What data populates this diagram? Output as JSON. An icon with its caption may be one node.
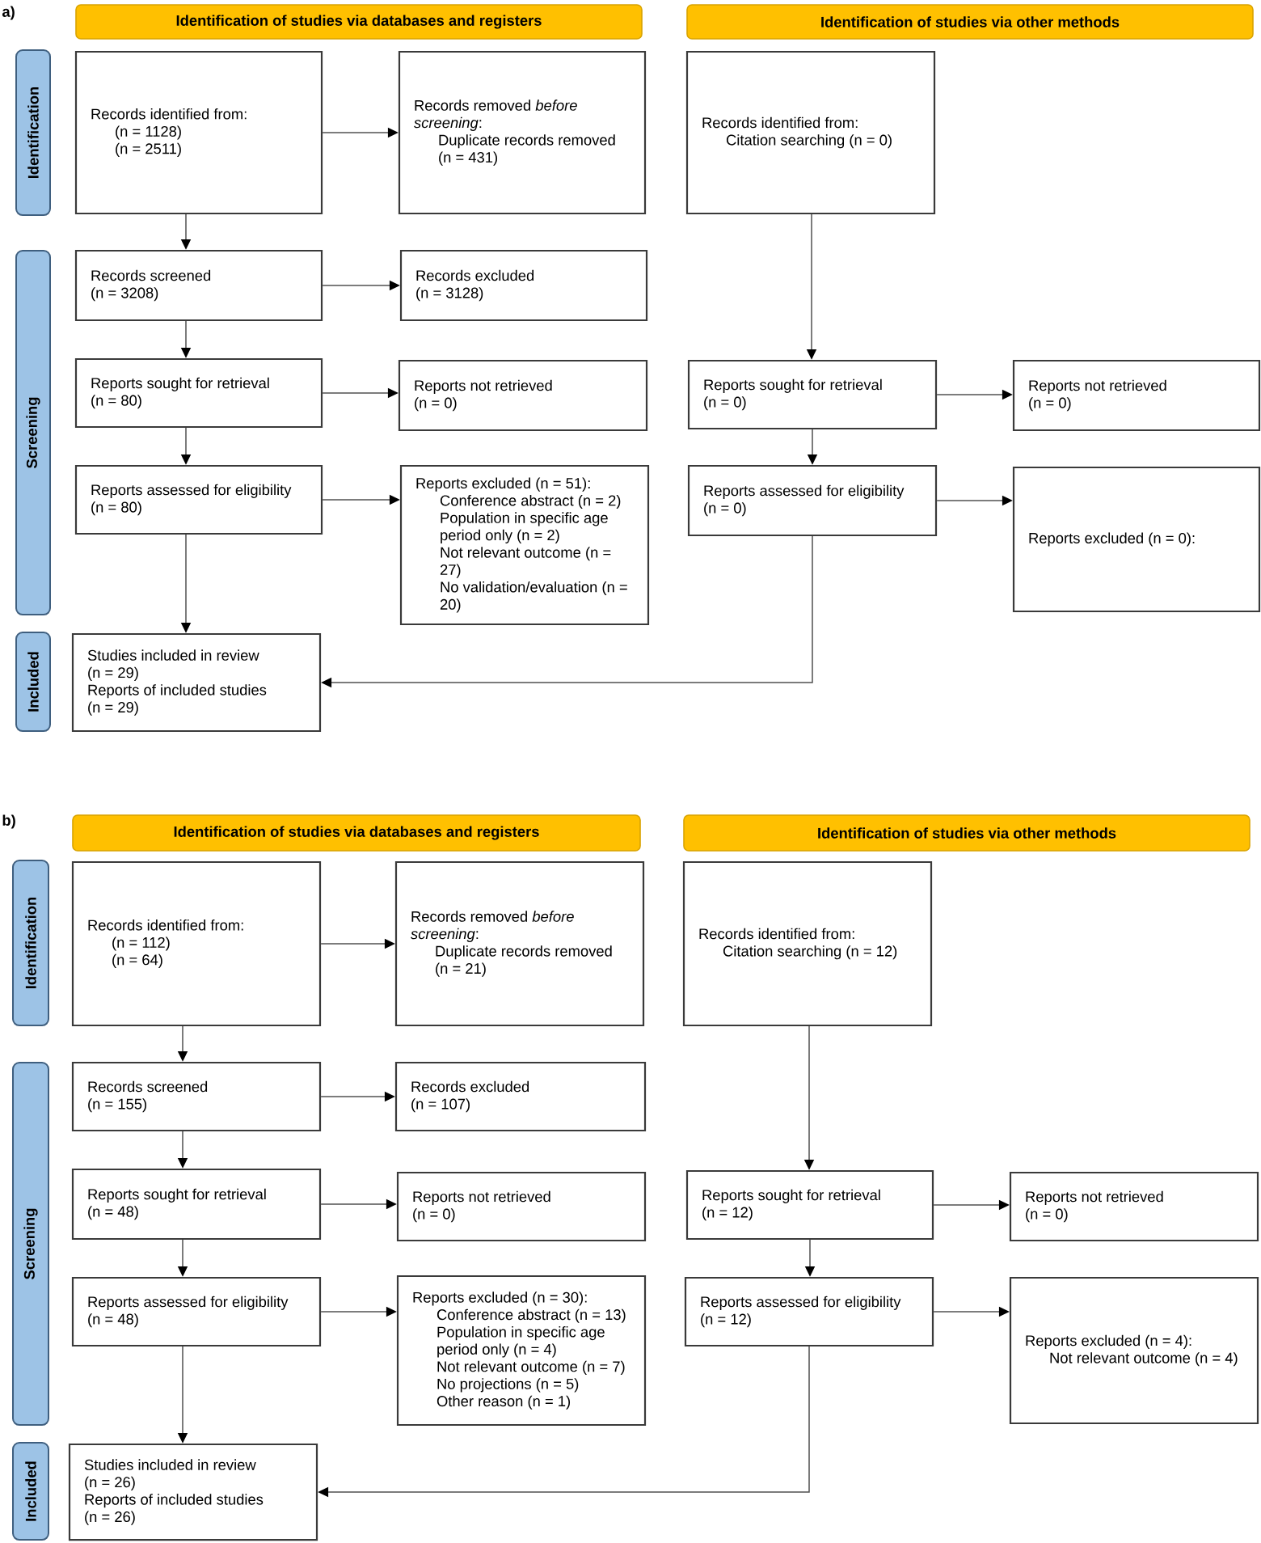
{
  "diagram": {
    "nodes": [
      {
        "text": [
          "Identification of studies via databases and registers"
        ]
      },
      {
        "text": [
          "Identification of studies via other methods"
        ]
      },
      {
        "text": [
          "Identification"
        ]
      },
      {
        "text": [
          "Records identified from:",
          "(n = 1128)",
          "(n = 2511)"
        ]
      },
      {
        "text": [
          "Records removed *before screening*:",
          "Duplicate records removed (n = 431)"
        ]
      },
      {
        "text": [
          "Records identified from:",
          "Citation searching (n = 0)"
        ]
      },
      {
        "text": [
          "Screening"
        ]
      },
      {
        "text": [
          "Records screened",
          "(n = 3208)"
        ]
      },
      {
        "text": [
          "Records excluded",
          "(n = 3128)"
        ]
      },
      {
        "text": [
          "Reports sought for retrieval",
          "(n = 80)"
        ]
      },
      {
        "text": [
          "Reports not retrieved",
          "(n = 0)"
        ]
      },
      {
        "text": [
          "Reports sought for retrieval",
          "(n = 0)"
        ]
      },
      {
        "text": [
          "Reports not retrieved",
          "(n = 0)"
        ]
      },
      {
        "text": [
          "Reports assessed for eligibility",
          "(n = 80)"
        ]
      },
      {
        "text": [
          "Reports excluded (n = 51):",
          "Conference abstract (n = 2)",
          "Population in specific age period only (n = 2)",
          "Not relevant outcome (n = 27)",
          "No validation/evaluation (n = 20)"
        ]
      },
      {
        "text": [
          "Reports assessed for eligibility",
          "(n = 0)"
        ]
      },
      {
        "text": [
          "Reports excluded (n = 0):"
        ]
      },
      {
        "text": [
          "Included"
        ]
      },
      {
        "text": [
          "Studies included in review",
          "(n = 29)",
          "Reports of included studies",
          "(n = 29)"
        ]
      },
      {
        "text": [
          "Identification of studies via databases and registers"
        ]
      },
      {
        "text": [
          "Identification of studies via other methods"
        ]
      },
      {
        "text": [
          "Identification"
        ]
      },
      {
        "text": [
          "Records identified from:",
          "(n = 112)",
          "(n = 64)"
        ]
      },
      {
        "text": [
          "Records removed *before screening*:",
          "Duplicate records removed (n = 21)"
        ]
      },
      {
        "text": [
          "Records identified from:",
          "Citation searching (n = 12)"
        ]
      },
      {
        "text": [
          "Screening"
        ]
      },
      {
        "text": [
          "Records screened",
          "(n = 155)"
        ]
      },
      {
        "text": [
          "Records excluded",
          "(n = 107)"
        ]
      },
      {
        "text": [
          "Reports sought for retrieval",
          "(n = 48)"
        ]
      },
      {
        "text": [
          "Reports not retrieved",
          "(n = 0)"
        ]
      },
      {
        "text": [
          "Reports sought for retrieval",
          "(n = 12)"
        ]
      },
      {
        "text": [
          "Reports not retrieved",
          "(n = 0)"
        ]
      },
      {
        "text": [
          "Reports assessed for eligibility",
          "(n = 48)"
        ]
      },
      {
        "text": [
          "Reports excluded (n = 30):",
          "Conference abstract (n = 13)",
          "Population in specific age period only (n = 4)",
          "Not relevant outcome (n = 7)",
          "No projections (n = 5)",
          "Other reason (n = 1)"
        ]
      },
      {
        "text": [
          "Reports assessed for eligibility",
          "(n = 12)"
        ]
      },
      {
        "text": [
          "Reports excluded (n = 4):",
          "Not relevant outcome (n = 4)"
        ]
      },
      {
        "text": [
          "Included"
        ]
      },
      {
        "text": [
          "Studies included in review",
          "(n = 26)",
          "Reports of included studies",
          "(n = 26)"
        ]
      }
    ],
    "edges": [
      {
        "from": 3,
        "to": 4,
        "arrow": "to"
      },
      {
        "from": 3,
        "to": 7,
        "arrow": "to"
      },
      {
        "from": 5,
        "to": 11,
        "arrow": "to"
      },
      {
        "from": 7,
        "to": 8,
        "arrow": "to"
      },
      {
        "from": 7,
        "to": 9,
        "arrow": "to"
      },
      {
        "from": 9,
        "to": 10,
        "arrow": "to"
      },
      {
        "from": 9,
        "to": 13,
        "arrow": "to"
      },
      {
        "from": 11,
        "to": 12,
        "arrow": "to"
      },
      {
        "from": 11,
        "to": 15,
        "arrow": "to"
      },
      {
        "from": 13,
        "to": 14,
        "arrow": "to"
      },
      {
        "from": 13,
        "to": 18,
        "arrow": "to"
      },
      {
        "from": 15,
        "to": 16,
        "arrow": "to"
      },
      {
        "from": 15,
        "to": 18,
        "arrow": "to"
      },
      {
        "from": 22,
        "to": 23,
        "arrow": "to"
      },
      {
        "from": 22,
        "to": 26,
        "arrow": "to"
      },
      {
        "from": 24,
        "to": 30,
        "arrow": "to"
      },
      {
        "from": 26,
        "to": 27,
        "arrow": "to"
      },
      {
        "from": 26,
        "to": 28,
        "arrow": "to"
      },
      {
        "from": 28,
        "to": 29,
        "arrow": "to"
      },
      {
        "from": 28,
        "to": 32,
        "arrow": "to"
      },
      {
        "from": 30,
        "to": 31,
        "arrow": "to"
      },
      {
        "from": 30,
        "to": 34,
        "arrow": "to"
      },
      {
        "from": 32,
        "to": 33,
        "arrow": "to"
      },
      {
        "from": 32,
        "to": 37,
        "arrow": "to"
      },
      {
        "from": 34,
        "to": 35,
        "arrow": "to"
      },
      {
        "from": 34,
        "to": 37,
        "arrow": "to"
      }
    ],
    "labels": [
      "a)",
      "b)"
    ]
  }
}
